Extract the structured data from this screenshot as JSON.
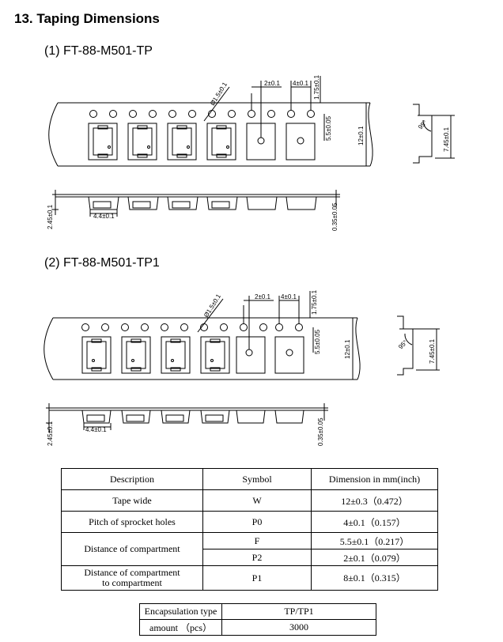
{
  "section": {
    "title": "13. Taping Dimensions"
  },
  "variants": [
    {
      "title": "(1)  FT-88-M501-TP",
      "dims": {
        "hole": "Ø1.5±0.1",
        "p2": "2±0.1",
        "p0": "4±0.1",
        "e": "1.75±0.1",
        "f": "5.5±0.05",
        "w": "12±0.1",
        "angle": "95°",
        "depth": "7.45±0.1",
        "pocket": "4.4±0.1",
        "thick": "2.45±0.1",
        "tape": "0.35±0.05"
      }
    },
    {
      "title": "(2)  FT-88-M501-TP1",
      "dims": {
        "hole": "Ø1.5±0.1",
        "p2": "2±0.1",
        "p0": "4±0.1",
        "e": "1.75±0.1",
        "f": "5.5±0.05",
        "w": "12±0.1",
        "angle": "95°",
        "depth": "7.45±0.1",
        "pocket": "4.4±0.1",
        "thick": "2.45±0.1",
        "tape": "0.35±0.05"
      }
    }
  ],
  "spec_table": {
    "headers": [
      "Description",
      "Symbol",
      "Dimension in mm(inch)"
    ],
    "tape_wide": {
      "desc": "Tape wide",
      "sym": "W",
      "dim": "12±0.3（0.472）"
    },
    "pitch": {
      "desc": "Pitch of sprocket holes",
      "sym": "P0",
      "dim": "4±0.1（0.157）"
    },
    "compartment": {
      "desc": "Distance of compartment",
      "sym1": "F",
      "dim1": "5.5±0.1（0.217）",
      "sym2": "P2",
      "dim2": "2±0.1（0.079）"
    },
    "to_compartment": {
      "desc_line1": "Distance of compartment",
      "desc_line2": "to compartment",
      "sym": "P1",
      "dim": "8±0.1（0.315）"
    }
  },
  "pack_table": {
    "label1": "Encapsulation type",
    "value1": "TP/TP1",
    "label2": "amount  （pcs）",
    "value2": "3000"
  }
}
